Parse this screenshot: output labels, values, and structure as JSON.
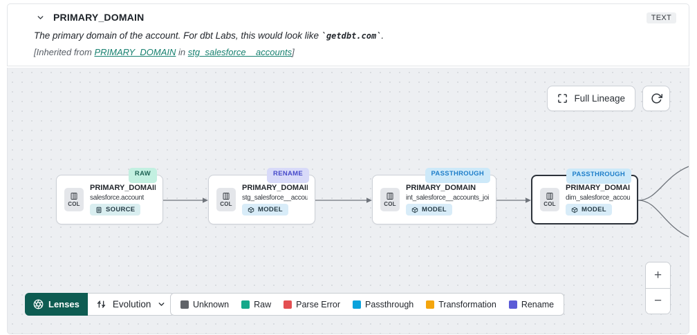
{
  "header": {
    "title": "PRIMARY_DOMAIN",
    "type_badge": "TEXT",
    "description": {
      "prefix": "The primary domain of the account. For dbt Labs, this would look like ",
      "code": "`getdbt.com`",
      "suffix": "."
    },
    "inherited": {
      "prefix": "[Inherited from ",
      "column_link": "PRIMARY_DOMAIN",
      "middle": " in ",
      "model_link": "stg_salesforce__accounts",
      "suffix": "]"
    }
  },
  "canvas": {
    "full_lineage_label": "Full Lineage",
    "nodes": [
      {
        "lens_badge": "RAW",
        "title": "PRIMARY_DOMAIN__C",
        "subtitle": "salesforce.account",
        "resource": "SOURCE",
        "col_label": "COL"
      },
      {
        "lens_badge": "RENAME",
        "title": "PRIMARY_DOMAIN",
        "subtitle": "stg_salesforce__accounts",
        "resource": "MODEL",
        "col_label": "COL"
      },
      {
        "lens_badge": "PASSTHROUGH",
        "title": "PRIMARY_DOMAIN",
        "subtitle": "int_salesforce__accounts_joined",
        "resource": "MODEL",
        "col_label": "COL"
      },
      {
        "lens_badge": "PASSTHROUGH",
        "title": "PRIMARY_DOMAIN",
        "subtitle": "dim_salesforce_accounts",
        "resource": "MODEL",
        "col_label": "COL",
        "selected": true
      }
    ]
  },
  "footer": {
    "lenses_label": "Lenses",
    "lens_selected": "Evolution",
    "legend": [
      {
        "label": "Unknown",
        "color": "#606368"
      },
      {
        "label": "Raw",
        "color": "#16a88a"
      },
      {
        "label": "Parse Error",
        "color": "#e34f52"
      },
      {
        "label": "Passthrough",
        "color": "#0aa2dc"
      },
      {
        "label": "Transformation",
        "color": "#f4a50d"
      },
      {
        "label": "Rename",
        "color": "#5b5bd7"
      }
    ],
    "zoom_in": "+",
    "zoom_out": "−"
  },
  "colors": {
    "lenses_button": "#0e5c52",
    "link_teal": "#17806f",
    "badge_raw_bg": "#c3f0e1",
    "badge_rename_bg": "#d8daf9",
    "badge_passthrough_bg": "#cde9f9",
    "canvas_bg": "#edeff2"
  },
  "icons": {
    "header_collapse": "chevron-down-icon",
    "full_lineage": "expand-brackets-icon",
    "refresh": "refresh-icon",
    "column_chip": "columns-icon",
    "source_badge": "source-table-icon",
    "model_badge": "model-cube-icon",
    "lenses_button": "aperture-icon",
    "evolution_select": "route-icon",
    "select_caret": "chevron-down-icon"
  }
}
